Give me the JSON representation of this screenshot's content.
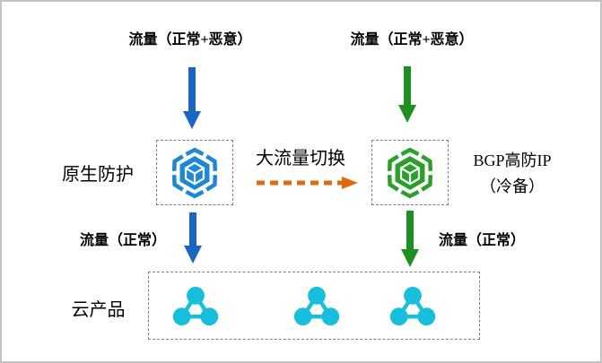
{
  "labels": {
    "traffic_mixed_left": "流量（正常+恶意）",
    "traffic_mixed_right": "流量（正常+恶意）",
    "native_protection": "原生防护",
    "switchover": "大流量切换",
    "bgp_line1": "BGP高防IP",
    "bgp_line2": "（冷备）",
    "traffic_normal_left": "流量（正常）",
    "traffic_normal_right": "流量（正常）",
    "cloud_products": "云产品"
  },
  "icons": {
    "native_protection_icon": "hexagon-cube-icon (blue)",
    "bgp_ip_icon": "hexagon-cube-icon (green)",
    "cloud_product_icon": "cluster-nodes-icon (cyan), x3",
    "arrows": [
      "blue-down-arrow x2",
      "green-down-arrow x2",
      "orange-dashed-right-arrow"
    ]
  },
  "colors": {
    "arrow_blue": "#1a66c2",
    "arrow_green": "#1e9021",
    "icon_blue": "#1e88d5",
    "icon_green": "#2ba02b",
    "arrow_orange": "#e06a10",
    "icon_cyan": "#17bfdc",
    "frame_border": "#c3c3c3",
    "dashed_border": "#7f7f7f"
  }
}
